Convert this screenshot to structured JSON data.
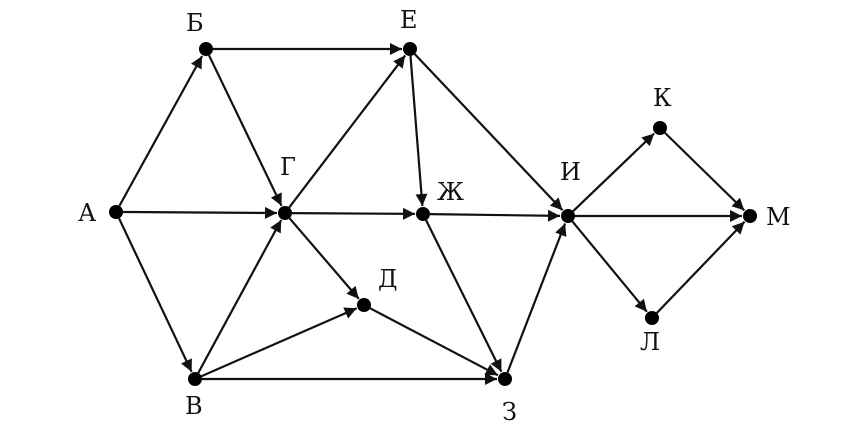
{
  "diagram": {
    "type": "directed-graph",
    "colors": {
      "edge": "#111111",
      "node": "#000000",
      "background": "#ffffff"
    },
    "nodes": [
      {
        "id": "A",
        "label": "А"
      },
      {
        "id": "B",
        "label": "Б"
      },
      {
        "id": "V",
        "label": "В"
      },
      {
        "id": "G",
        "label": "Г"
      },
      {
        "id": "D",
        "label": "Д"
      },
      {
        "id": "E",
        "label": "Е"
      },
      {
        "id": "Zh",
        "label": "Ж"
      },
      {
        "id": "Z",
        "label": "З"
      },
      {
        "id": "I",
        "label": "И"
      },
      {
        "id": "K",
        "label": "К"
      },
      {
        "id": "L",
        "label": "Л"
      },
      {
        "id": "M",
        "label": "М"
      }
    ],
    "edges": [
      {
        "from": "A",
        "to": "B"
      },
      {
        "from": "A",
        "to": "G"
      },
      {
        "from": "A",
        "to": "V"
      },
      {
        "from": "B",
        "to": "E"
      },
      {
        "from": "B",
        "to": "G"
      },
      {
        "from": "V",
        "to": "G"
      },
      {
        "from": "V",
        "to": "D"
      },
      {
        "from": "V",
        "to": "Z"
      },
      {
        "from": "G",
        "to": "E"
      },
      {
        "from": "G",
        "to": "Zh"
      },
      {
        "from": "G",
        "to": "D"
      },
      {
        "from": "E",
        "to": "Zh"
      },
      {
        "from": "E",
        "to": "I"
      },
      {
        "from": "D",
        "to": "Z"
      },
      {
        "from": "Zh",
        "to": "I"
      },
      {
        "from": "Zh",
        "to": "Z"
      },
      {
        "from": "Z",
        "to": "I"
      },
      {
        "from": "I",
        "to": "K"
      },
      {
        "from": "I",
        "to": "M"
      },
      {
        "from": "I",
        "to": "L"
      },
      {
        "from": "K",
        "to": "M"
      },
      {
        "from": "L",
        "to": "M"
      }
    ]
  }
}
